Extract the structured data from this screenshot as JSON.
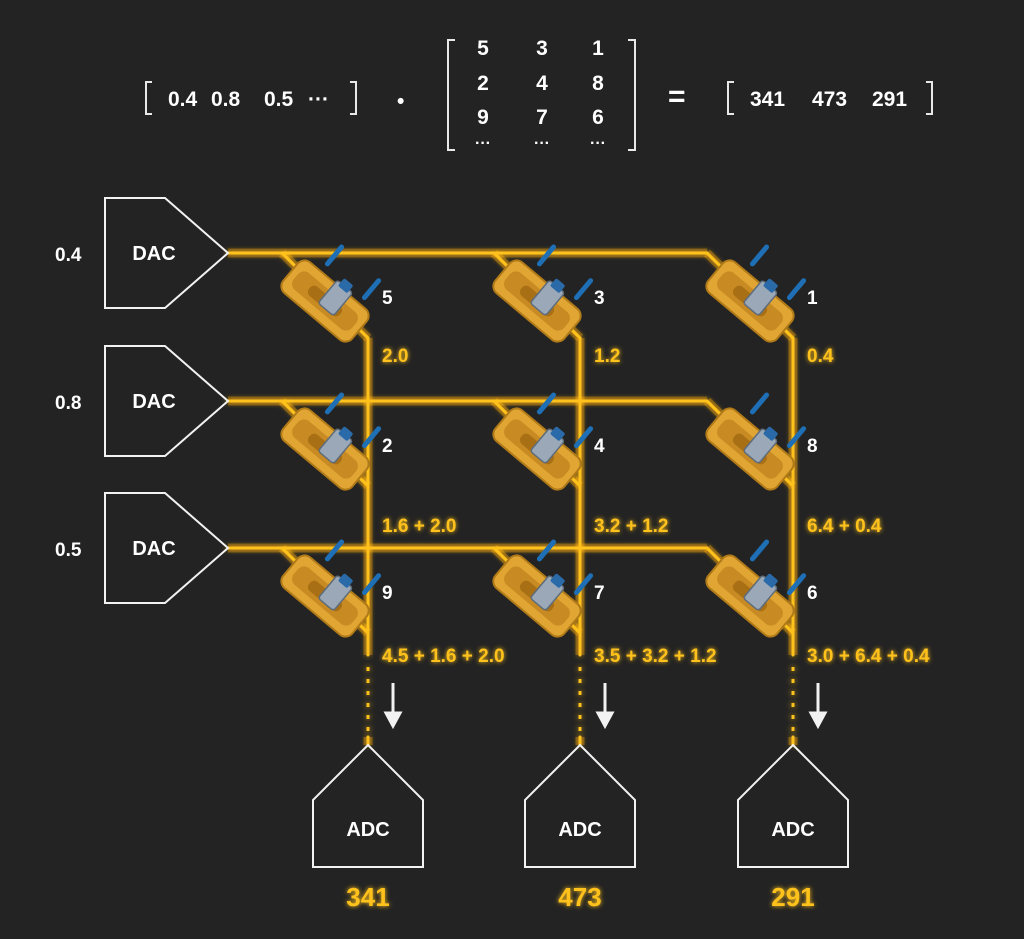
{
  "equation": {
    "input_vector": [
      "0.4",
      "0.8",
      "0.5",
      "···"
    ],
    "operator": "•",
    "matrix_rows": [
      [
        "5",
        "3",
        "1"
      ],
      [
        "2",
        "4",
        "8"
      ],
      [
        "9",
        "7",
        "6"
      ],
      [
        "···",
        "···",
        "···"
      ]
    ],
    "equals": "=",
    "result_vector": [
      "341",
      "473",
      "291"
    ]
  },
  "rows": [
    {
      "input": "0.4",
      "dac_label": "DAC"
    },
    {
      "input": "0.8",
      "dac_label": "DAC"
    },
    {
      "input": "0.5",
      "dac_label": "DAC"
    }
  ],
  "cells": [
    [
      {
        "weight": "5",
        "sum": "2.0"
      },
      {
        "weight": "3",
        "sum": "1.2"
      },
      {
        "weight": "1",
        "sum": "0.4"
      }
    ],
    [
      {
        "weight": "2",
        "sum": "1.6 + 2.0"
      },
      {
        "weight": "4",
        "sum": "3.2 + 1.2"
      },
      {
        "weight": "8",
        "sum": "6.4 + 0.4"
      }
    ],
    [
      {
        "weight": "9",
        "sum": "4.5 + 1.6 + 2.0"
      },
      {
        "weight": "7",
        "sum": "3.5 + 3.2 + 1.2"
      },
      {
        "weight": "6",
        "sum": "3.0 + 6.4 + 0.4"
      }
    ]
  ],
  "columns": [
    {
      "adc_label": "ADC",
      "output": "341"
    },
    {
      "adc_label": "ADC",
      "output": "473"
    },
    {
      "adc_label": "ADC",
      "output": "291"
    }
  ],
  "colors": {
    "background": "#232323",
    "wire": "#ffc21a",
    "text": "#ffffff",
    "resistor_body": "#e0a533",
    "resistor_knob": "#1e6fb5"
  }
}
